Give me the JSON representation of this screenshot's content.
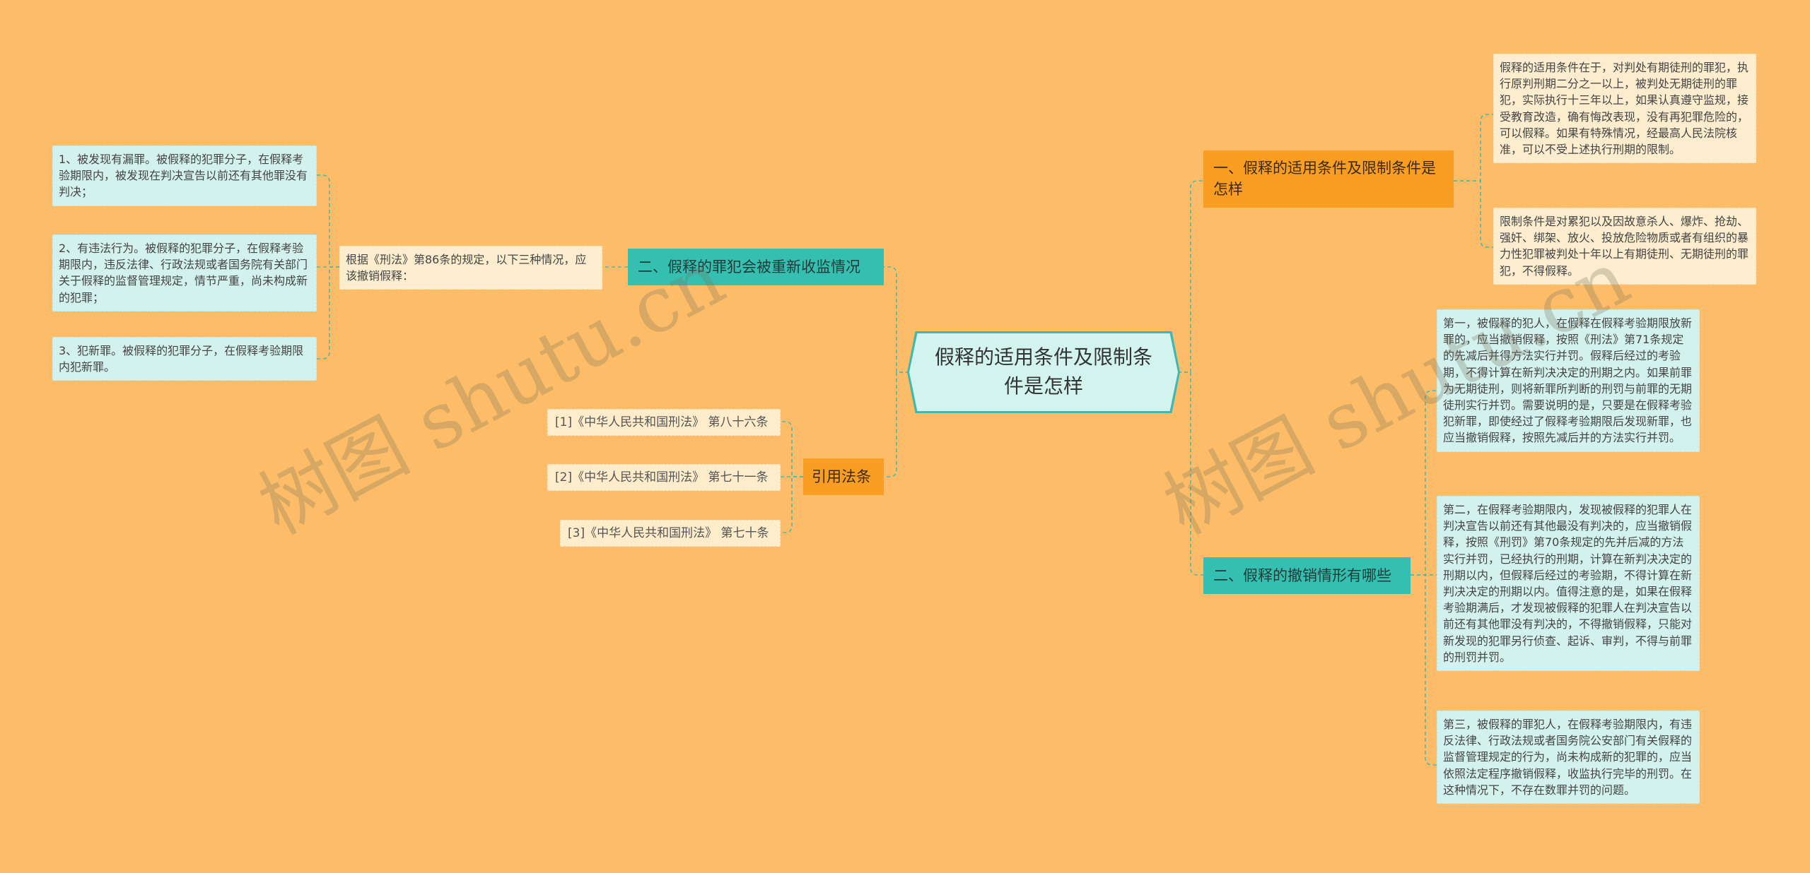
{
  "central": {
    "title": "假释的适用条件及限制条件是怎样"
  },
  "branch1": {
    "title": "一、假释的适用条件及限制条件是怎样",
    "items": [
      "假释的适用条件在于，对判处有期徒刑的罪犯，执行原判刑期二分之一以上，被判处无期徒刑的罪犯，实际执行十三年以上，如果认真遵守监规，接受教育改造，确有悔改表现，没有再犯罪危险的，可以假释。如果有特殊情况，经最高人民法院核准，可以不受上述执行刑期的限制。",
      "限制条件是对累犯以及因故意杀人、爆炸、抢劫、强奸、绑架、放火、投放危险物质或者有组织的暴力性犯罪被判处十年以上有期徒刑、无期徒刑的罪犯，不得假释。"
    ]
  },
  "branch2": {
    "title": "二、假释的撤销情形有哪些",
    "items": [
      "第一，被假释的犯人，在假释在假释考验期限放新罪的，应当撤销假释，按照《刑法》第71条规定的先减后并得方法实行并罚。假释后经过的考验期，不得计算在新判决决定的刑期之内。如果前罪为无期徒刑，则将新罪所判断的刑罚与前罪的无期徒刑实行并罚。需要说明的是，只要是在假释考验犯新罪，即使经过了假释考验期限后发现新罪，也应当撤销假释，按照先减后并的方法实行并罚。",
      "第二，在假释考验期限内，发现被假释的犯罪人在判决宣告以前还有其他最没有判决的，应当撤销假释，按照《刑罚》第70条规定的先并后减的方法实行并罚，已经执行的刑期，计算在新判决决定的刑期以内，但假释后经过的考验期，不得计算在新判决决定的刑期以内。值得注意的是，如果在假释考验期满后，才发现被假释的犯罪人在判决宣告以前还有其他罪没有判决的，不得撤销假释，只能对新发现的犯罪另行侦查、起诉、审判，不得与前罪的刑罚并罚。",
      "第三，被假释的罪犯人，在假释考验期限内，有违反法律、行政法规或者国务院公安部门有关假释的监督管理规定的行为，尚未构成新的犯罪的，应当依照法定程序撤销假释，收监执行完毕的刑罚。在这种情况下，不存在数罪并罚的问题。"
    ]
  },
  "branch3": {
    "title": "二、假释的罪犯会被重新收监情况",
    "intro": "根据《刑法》第86条的规定，以下三种情况，应该撤销假释：",
    "items": [
      "1、被发现有漏罪。被假释的犯罪分子，在假释考验期限内，被发现在判决宣告以前还有其他罪没有判决；",
      "2、有违法行为。被假释的犯罪分子，在假释考验期限内，违反法律、行政法规或者国务院有关部门关于假释的监督管理规定，情节严重，尚未构成新的犯罪；",
      "3、犯新罪。被假释的犯罪分子，在假释考验期限内犯新罪。"
    ]
  },
  "branch4": {
    "title": "引用法条",
    "refs": [
      "[1]《中华人民共和国刑法》 第八十六条",
      "[2]《中华人民共和国刑法》 第七十一条",
      "[3]《中华人民共和国刑法》 第七十条"
    ]
  },
  "watermark": {
    "text": "树图 shutu.cn"
  },
  "colors": {
    "background": "#FDBD68",
    "teal": "#35BFB0",
    "orange": "#F99E22",
    "leaf_blue": "#D3F2EE",
    "leaf_cream": "#FDEDCF"
  }
}
